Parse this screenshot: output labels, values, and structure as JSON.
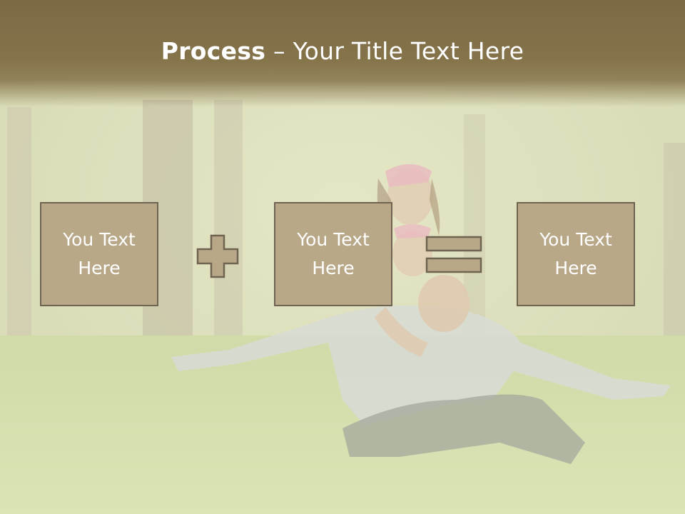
{
  "slide": {
    "title_bold": "Process",
    "title_rest": " – Your Title Text Here",
    "background_image": "father-with-two-daughters-on-grass-photo"
  },
  "process": {
    "boxes": [
      {
        "text": "You Text Here"
      },
      {
        "text": "You Text Here"
      },
      {
        "text": "You Text Here"
      }
    ],
    "operators": [
      "plus-icon",
      "equals-icon"
    ]
  },
  "colors": {
    "title_band": "#85734a",
    "box_fill": "#b9a888",
    "box_border": "#6f6451",
    "text": "#ffffff"
  }
}
